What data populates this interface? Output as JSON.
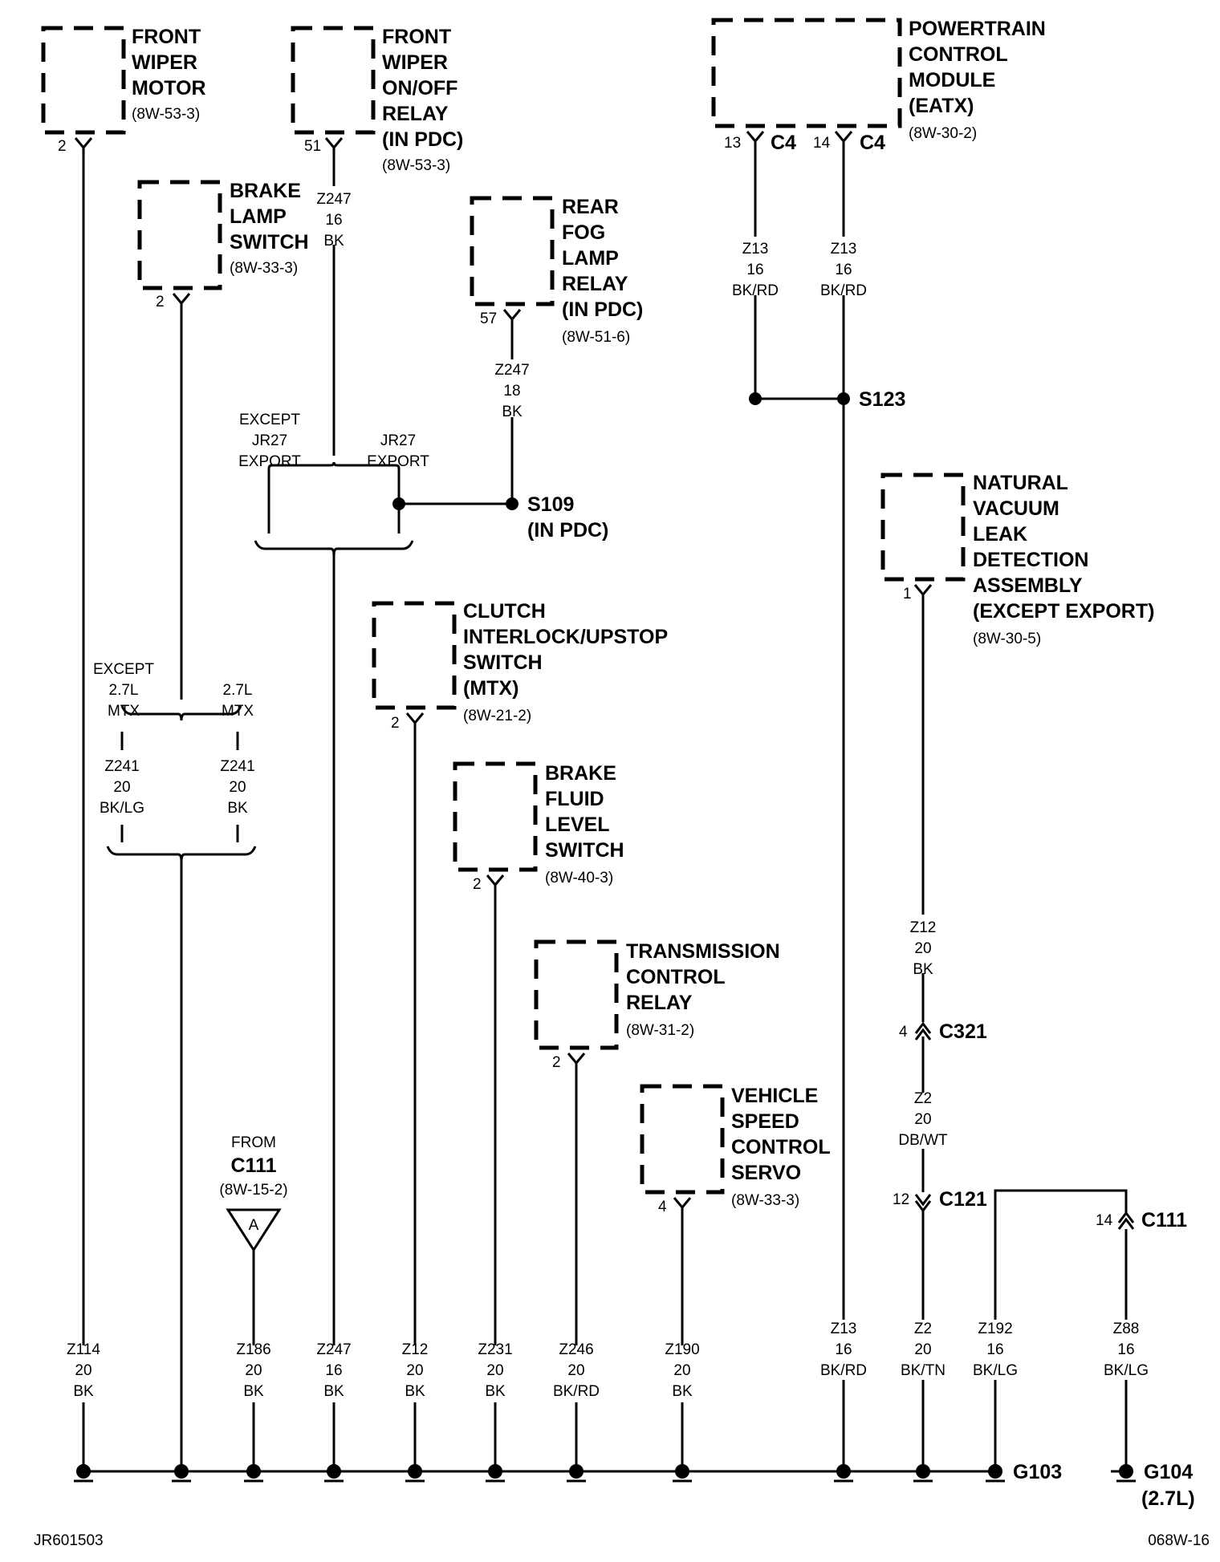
{
  "components": [
    {
      "id": "front-wiper-motor",
      "title": [
        "FRONT",
        "WIPER",
        "MOTOR"
      ],
      "ref": "(8W-53-3)",
      "pin": "2"
    },
    {
      "id": "front-wiper-relay",
      "title": [
        "FRONT",
        "WIPER",
        "ON/OFF",
        "RELAY",
        "(IN PDC)"
      ],
      "ref": "(8W-53-3)",
      "pin": "51"
    },
    {
      "id": "brake-lamp-switch",
      "title": [
        "BRAKE",
        "LAMP",
        "SWITCH"
      ],
      "ref": "(8W-33-3)",
      "pin": "2"
    },
    {
      "id": "rear-fog-lamp-relay",
      "title": [
        "REAR",
        "FOG",
        "LAMP",
        "RELAY",
        "(IN PDC)"
      ],
      "ref": "(8W-51-6)",
      "pin": "57"
    },
    {
      "id": "powertrain-control-module",
      "title": [
        "POWERTRAIN",
        "CONTROL",
        "MODULE",
        "(EATX)"
      ],
      "ref": "(8W-30-2)",
      "pins": [
        "13",
        "14"
      ],
      "connector": "C4"
    },
    {
      "id": "natural-vacuum-leak-detection",
      "title": [
        "NATURAL",
        "VACUUM",
        "LEAK",
        "DETECTION",
        "ASSEMBLY",
        "(EXCEPT EXPORT)"
      ],
      "ref": "(8W-30-5)",
      "pin": "1"
    },
    {
      "id": "clutch-interlock-switch",
      "title": [
        "CLUTCH",
        "INTERLOCK/UPSTOP",
        "SWITCH",
        "(MTX)"
      ],
      "ref": "(8W-21-2)",
      "pin": "2"
    },
    {
      "id": "brake-fluid-level-switch",
      "title": [
        "BRAKE",
        "FLUID",
        "LEVEL",
        "SWITCH"
      ],
      "ref": "(8W-40-3)",
      "pin": "2"
    },
    {
      "id": "transmission-control-relay",
      "title": [
        "TRANSMISSION",
        "CONTROL",
        "RELAY"
      ],
      "ref": "(8W-31-2)",
      "pin": "2"
    },
    {
      "id": "vehicle-speed-control-servo",
      "title": [
        "VEHICLE",
        "SPEED",
        "CONTROL",
        "SERVO"
      ],
      "ref": "(8W-33-3)",
      "pin": "4"
    }
  ],
  "upper_wires": {
    "wiper_relay": [
      "Z247",
      "16",
      "BK"
    ],
    "fog_relay": [
      "Z247",
      "18",
      "BK"
    ],
    "pcm_13": [
      "Z13",
      "16",
      "BK/RD"
    ],
    "pcm_14": [
      "Z13",
      "16",
      "BK/RD"
    ],
    "z241_left": [
      "Z241",
      "20",
      "BK/LG"
    ],
    "z241_right": [
      "Z241",
      "20",
      "BK"
    ],
    "nvld": [
      "Z12",
      "20",
      "BK"
    ],
    "c321_c121": [
      "Z2",
      "20",
      "DB/WT"
    ]
  },
  "options": {
    "except_jr27": [
      "EXCEPT",
      "JR27",
      "EXPORT"
    ],
    "jr27": [
      "JR27",
      "EXPORT"
    ],
    "except_27l": [
      "EXCEPT",
      "2.7L",
      "MTX"
    ],
    "is_27l": [
      "2.7L",
      "MTX"
    ]
  },
  "splices": {
    "s109": [
      "S109",
      "(IN PDC)"
    ],
    "s123": "S123"
  },
  "connectors": {
    "c321": {
      "name": "C321",
      "pin": "4"
    },
    "c121": {
      "name": "C121",
      "pin": "12"
    },
    "c111": {
      "name": "C111",
      "pin": "14"
    }
  },
  "from_ref": {
    "from": "FROM",
    "conn": "C111",
    "ref": "(8W-15-2)",
    "letter": "A"
  },
  "bottom_wires": [
    [
      "Z114",
      "20",
      "BK"
    ],
    [
      "Z186",
      "20",
      "BK"
    ],
    [
      "Z247",
      "16",
      "BK"
    ],
    [
      "Z12",
      "20",
      "BK"
    ],
    [
      "Z231",
      "20",
      "BK"
    ],
    [
      "Z246",
      "20",
      "BK/RD"
    ],
    [
      "Z190",
      "20",
      "BK"
    ],
    [
      "Z13",
      "16",
      "BK/RD"
    ],
    [
      "Z2",
      "20",
      "BK/TN"
    ],
    [
      "Z192",
      "16",
      "BK/LG"
    ],
    [
      "Z88",
      "16",
      "BK/LG"
    ]
  ],
  "grounds": {
    "g103": "G103",
    "g104": [
      "G104",
      "(2.7L)"
    ]
  },
  "footer": {
    "left": "JR601503",
    "right": "068W-16"
  }
}
